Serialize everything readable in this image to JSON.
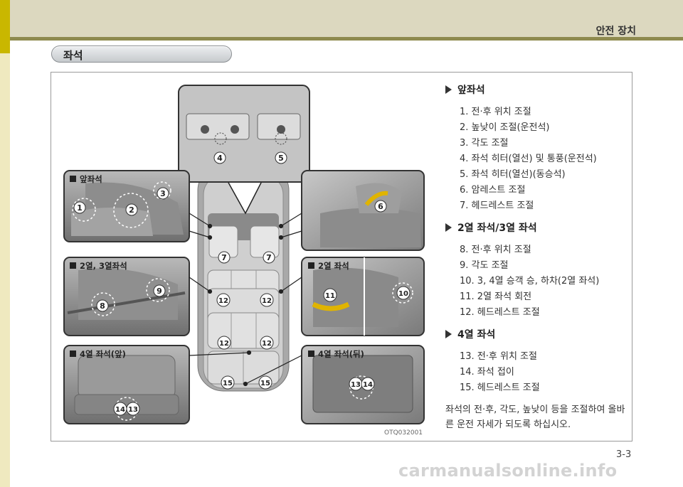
{
  "header": {
    "chapter": "안전 장치"
  },
  "section": {
    "title": "좌석"
  },
  "panels": {
    "front": "앞좌석",
    "row23": "2열, 3열좌석",
    "row2": "2열 좌석",
    "row4front": "4열 좌석(앞)",
    "row4rear": "4열 좌석(뒤)"
  },
  "callouts": [
    "1",
    "2",
    "3",
    "4",
    "5",
    "6",
    "7",
    "8",
    "9",
    "10",
    "11",
    "12",
    "13",
    "14",
    "15"
  ],
  "image_code": "OTQ032001",
  "sections": [
    {
      "title": "앞좌석",
      "items": [
        "1.  전·후 위치 조절",
        "2.  높낮이 조절(운전석)",
        "3.  각도 조절",
        "4.  좌석 히터(열선) 및 통풍(운전석)",
        "5.  좌석 히터(열선)(동승석)",
        "6.  암레스트 조절",
        "7.  헤드레스트 조절"
      ]
    },
    {
      "title": "2열 좌석/3열 좌석",
      "items": [
        "8.  전·후 위치 조절",
        "9.  각도 조절",
        "10. 3, 4열 승객 승, 하차(2열 좌석)",
        "11. 2열 좌석 회전",
        "12. 헤드레스트 조절"
      ]
    },
    {
      "title": "4열 좌석",
      "items": [
        "13. 전·후 위치 조절",
        "14. 좌석 접이",
        "15. 헤드레스트 조절"
      ]
    }
  ],
  "note": "좌석의 전·후, 각도, 높낮이 등을 조절하여 올바른 운전 자세가 되도록 하십시오.",
  "page_number": "3-3",
  "watermark": "carmanualsonline.info"
}
